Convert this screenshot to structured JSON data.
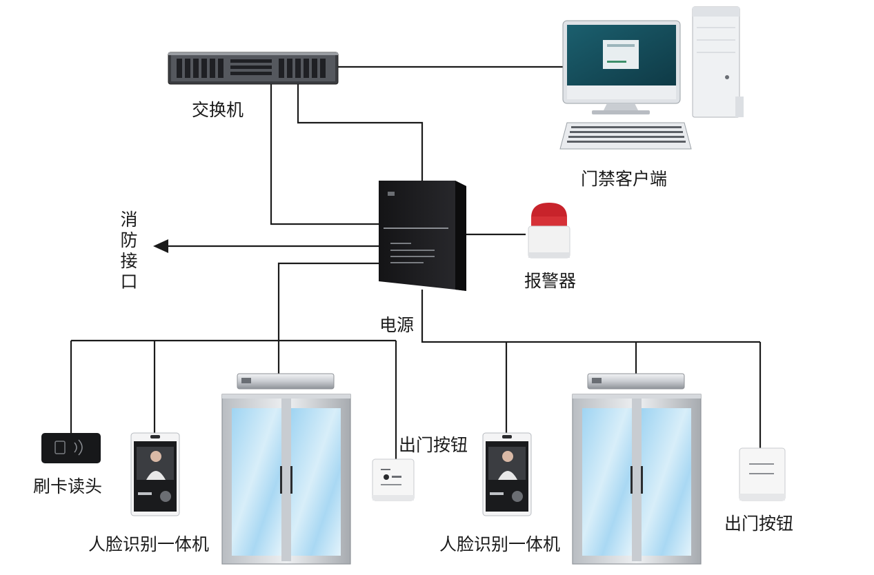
{
  "labels": {
    "switch": "交换机",
    "client": "门禁客户端",
    "fire_interface": "消防接口",
    "alarm": "报警器",
    "power": "电源",
    "card_reader": "刷卡读头",
    "face_terminal_left": "人脸识别一体机",
    "face_terminal_right": "人脸识别一体机",
    "exit_button_left": "出门按钮",
    "exit_button_right": "出门按钮"
  },
  "colors": {
    "wire": "#1a1a1a",
    "alarm_red": "#c8232b",
    "glass": "#bfe3f7",
    "controller": "#1c1c1e"
  }
}
